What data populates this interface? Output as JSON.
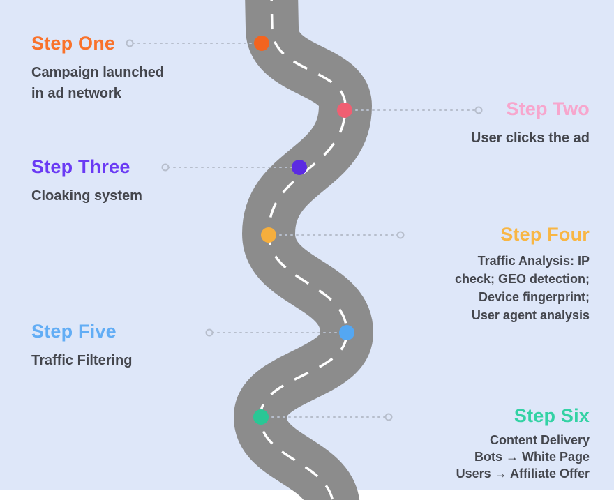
{
  "canvas": {
    "background": "#dee7f9",
    "bottom_strip": "#ffffff",
    "road_color": "#8c8c8c",
    "road_dash_color": "#ffffff",
    "connector_color": "#b7becc",
    "body_text_color": "#44464d"
  },
  "steps": [
    {
      "id": "one",
      "label": "Step One",
      "color": "#f9722b",
      "dot_color": "#f3641f",
      "lines": [
        "Campaign launched",
        "in ad network"
      ]
    },
    {
      "id": "two",
      "label": "Step Two",
      "color": "#f7a6cd",
      "dot_color": "#f05f72",
      "lines": [
        "User clicks the ad"
      ]
    },
    {
      "id": "three",
      "label": "Step Three",
      "color": "#6a3af4",
      "dot_color": "#5c2be2",
      "lines": [
        "Cloaking system"
      ]
    },
    {
      "id": "four",
      "label": "Step Four",
      "color": "#f8b644",
      "dot_color": "#f5ae3d",
      "lines": [
        "Traffic Analysis: IP",
        "check; GEO detection;",
        "Device fingerprint;",
        "User agent analysis"
      ]
    },
    {
      "id": "five",
      "label": "Step Five",
      "color": "#62adf5",
      "dot_color": "#54a7f2",
      "lines": [
        "Traffic Filtering"
      ]
    },
    {
      "id": "six",
      "label": "Step Six",
      "color": "#33d2a4",
      "dot_color": "#29c795",
      "lines": [
        "Content Delivery",
        "Bots → White Page",
        "Users → Affiliate Offer"
      ]
    }
  ]
}
